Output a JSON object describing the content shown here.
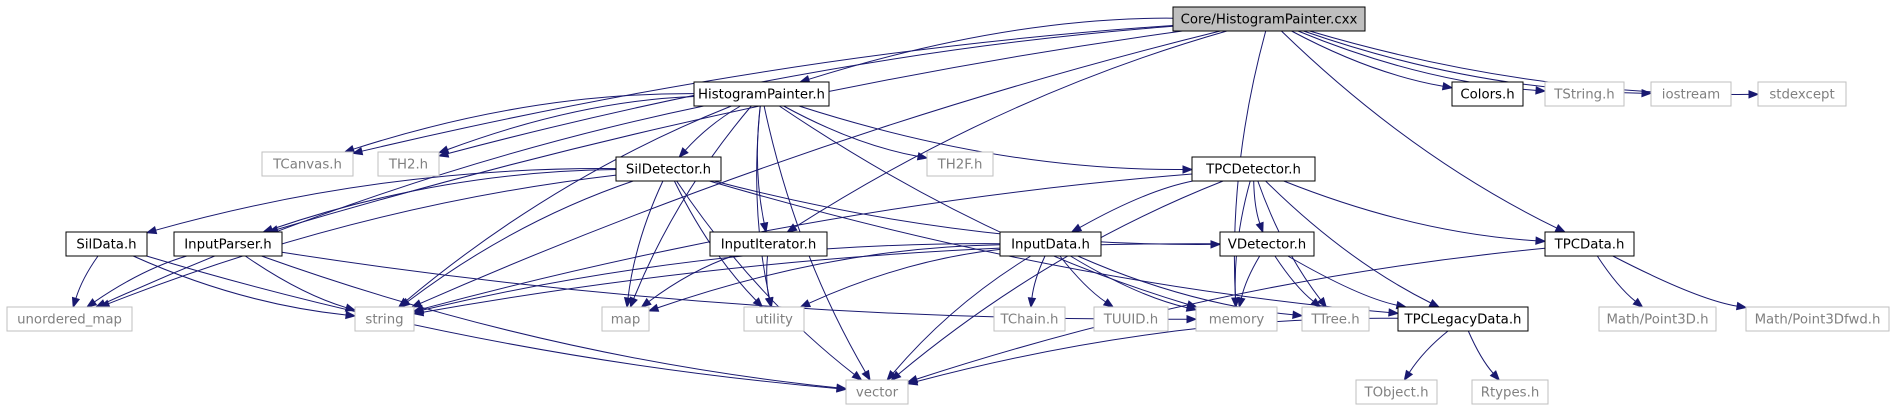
{
  "diagram": {
    "type": "include-dependency-graph",
    "colors": {
      "edge": "#191970",
      "root_fill": "#bfbfbf",
      "local_border": "#000000",
      "external_border": "#bfbfbf",
      "local_text": "#000000",
      "external_text": "#808080"
    },
    "nodes": [
      {
        "id": "root",
        "label": "Core/HistogramPainter.cxx",
        "kind": "root"
      },
      {
        "id": "hp",
        "label": "HistogramPainter.h",
        "kind": "local"
      },
      {
        "id": "colors",
        "label": "Colors.h",
        "kind": "local"
      },
      {
        "id": "tstring",
        "label": "TString.h",
        "kind": "external"
      },
      {
        "id": "iostream",
        "label": "iostream",
        "kind": "external"
      },
      {
        "id": "stdexcept",
        "label": "stdexcept",
        "kind": "external"
      },
      {
        "id": "tcanvas",
        "label": "TCanvas.h",
        "kind": "external"
      },
      {
        "id": "th2",
        "label": "TH2.h",
        "kind": "external"
      },
      {
        "id": "th2f",
        "label": "TH2F.h",
        "kind": "external"
      },
      {
        "id": "sil",
        "label": "SilDetector.h",
        "kind": "local"
      },
      {
        "id": "tpcdet",
        "label": "TPCDetector.h",
        "kind": "local"
      },
      {
        "id": "sildata",
        "label": "SilData.h",
        "kind": "local"
      },
      {
        "id": "inparser",
        "label": "InputParser.h",
        "kind": "local"
      },
      {
        "id": "initer",
        "label": "InputIterator.h",
        "kind": "local"
      },
      {
        "id": "indata",
        "label": "InputData.h",
        "kind": "local"
      },
      {
        "id": "vdet",
        "label": "VDetector.h",
        "kind": "local"
      },
      {
        "id": "tpcdata",
        "label": "TPCData.h",
        "kind": "local"
      },
      {
        "id": "umap",
        "label": "unordered_map",
        "kind": "external"
      },
      {
        "id": "string",
        "label": "string",
        "kind": "external"
      },
      {
        "id": "map",
        "label": "map",
        "kind": "external"
      },
      {
        "id": "utility",
        "label": "utility",
        "kind": "external"
      },
      {
        "id": "tchain",
        "label": "TChain.h",
        "kind": "external"
      },
      {
        "id": "tuuid",
        "label": "TUUID.h",
        "kind": "external"
      },
      {
        "id": "memory",
        "label": "memory",
        "kind": "external"
      },
      {
        "id": "ttree",
        "label": "TTree.h",
        "kind": "external"
      },
      {
        "id": "tpclegacy",
        "label": "TPCLegacyData.h",
        "kind": "local"
      },
      {
        "id": "point3d",
        "label": "Math/Point3D.h",
        "kind": "external"
      },
      {
        "id": "point3dfwd",
        "label": "Math/Point3Dfwd.h",
        "kind": "external"
      },
      {
        "id": "vector",
        "label": "vector",
        "kind": "external"
      },
      {
        "id": "tobject",
        "label": "TObject.h",
        "kind": "external"
      },
      {
        "id": "rtypes",
        "label": "Rtypes.h",
        "kind": "external"
      }
    ],
    "edges": [
      [
        "root",
        "hp"
      ],
      [
        "root",
        "colors"
      ],
      [
        "root",
        "tstring"
      ],
      [
        "root",
        "iostream"
      ],
      [
        "root",
        "stdexcept"
      ],
      [
        "root",
        "tcanvas"
      ],
      [
        "root",
        "th2"
      ],
      [
        "root",
        "inparser"
      ],
      [
        "root",
        "string"
      ],
      [
        "root",
        "initer"
      ],
      [
        "root",
        "memory"
      ],
      [
        "root",
        "tpcdata"
      ],
      [
        "hp",
        "tcanvas"
      ],
      [
        "hp",
        "th2"
      ],
      [
        "hp",
        "th2f"
      ],
      [
        "hp",
        "sil"
      ],
      [
        "hp",
        "tpcdet"
      ],
      [
        "hp",
        "initer"
      ],
      [
        "hp",
        "umap"
      ],
      [
        "hp",
        "string"
      ],
      [
        "hp",
        "map"
      ],
      [
        "hp",
        "utility"
      ],
      [
        "hp",
        "vector"
      ],
      [
        "hp",
        "memory"
      ],
      [
        "sil",
        "sildata"
      ],
      [
        "sil",
        "inparser"
      ],
      [
        "sil",
        "umap"
      ],
      [
        "sil",
        "string"
      ],
      [
        "sil",
        "map"
      ],
      [
        "sil",
        "utility"
      ],
      [
        "sil",
        "vector"
      ],
      [
        "sil",
        "vdet"
      ],
      [
        "sil",
        "tpclegacy"
      ],
      [
        "tpcdet",
        "indata"
      ],
      [
        "tpcdet",
        "vdet"
      ],
      [
        "tpcdet",
        "tpcdata"
      ],
      [
        "tpcdet",
        "tpclegacy"
      ],
      [
        "tpcdet",
        "string"
      ],
      [
        "tpcdet",
        "vector"
      ],
      [
        "tpcdet",
        "memory"
      ],
      [
        "tpcdet",
        "ttree"
      ],
      [
        "sildata",
        "umap"
      ],
      [
        "sildata",
        "string"
      ],
      [
        "sildata",
        "vector"
      ],
      [
        "inparser",
        "umap"
      ],
      [
        "inparser",
        "string"
      ],
      [
        "inparser",
        "vector"
      ],
      [
        "inparser",
        "memory"
      ],
      [
        "initer",
        "map"
      ],
      [
        "initer",
        "utility"
      ],
      [
        "indata",
        "string"
      ],
      [
        "indata",
        "map"
      ],
      [
        "indata",
        "utility"
      ],
      [
        "indata",
        "tchain"
      ],
      [
        "indata",
        "tuuid"
      ],
      [
        "indata",
        "memory"
      ],
      [
        "indata",
        "ttree"
      ],
      [
        "indata",
        "vector"
      ],
      [
        "vdet",
        "string"
      ],
      [
        "vdet",
        "memory"
      ],
      [
        "vdet",
        "ttree"
      ],
      [
        "vdet",
        "tpclegacy"
      ],
      [
        "tpcdata",
        "point3d"
      ],
      [
        "tpcdata",
        "point3dfwd"
      ],
      [
        "tpcdata",
        "vector"
      ],
      [
        "tpclegacy",
        "vector"
      ],
      [
        "tpclegacy",
        "tobject"
      ],
      [
        "tpclegacy",
        "rtypes"
      ]
    ]
  }
}
